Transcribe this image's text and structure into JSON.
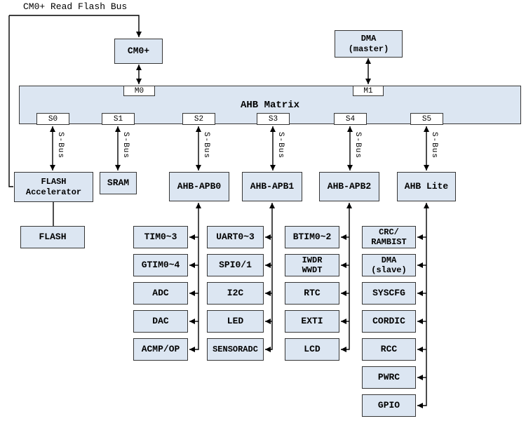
{
  "colors": {
    "box_fill": "#dce6f2",
    "port_fill": "#ffffff",
    "box_border": "#363636",
    "line": "#000000"
  },
  "top_label": "CM0+ Read Flash Bus",
  "masters": {
    "cm0": "CM0+",
    "dma_master": "DMA\n(master)"
  },
  "matrix": {
    "title": "AHB Matrix",
    "master_ports": [
      "M0",
      "M1"
    ],
    "slave_ports": [
      "S0",
      "S1",
      "S2",
      "S3",
      "S4",
      "S5"
    ]
  },
  "sbus_label": "S-Bus",
  "slaves": {
    "flash_accelerator": "FLASH\nAccelerator",
    "flash": "FLASH",
    "sram": "SRAM"
  },
  "bridges": [
    "AHB-APB0",
    "AHB-APB1",
    "AHB-APB2",
    "AHB Lite"
  ],
  "peripherals": {
    "apb0": [
      "TIM0~3",
      "GTIM0~4",
      "ADC",
      "DAC",
      "ACMP/OP"
    ],
    "apb1": [
      "UART0~3",
      "SPI0/1",
      "I2C",
      "LED",
      "SENSORADC"
    ],
    "apb2": [
      "BTIM0~2",
      "IWDR\nWWDT",
      "RTC",
      "EXTI",
      "LCD"
    ],
    "ahb_lite": [
      "CRC/\nRAMBIST",
      "DMA\n(slave)",
      "SYSCFG",
      "CORDIC",
      "RCC",
      "PWRC",
      "GPIO"
    ]
  }
}
